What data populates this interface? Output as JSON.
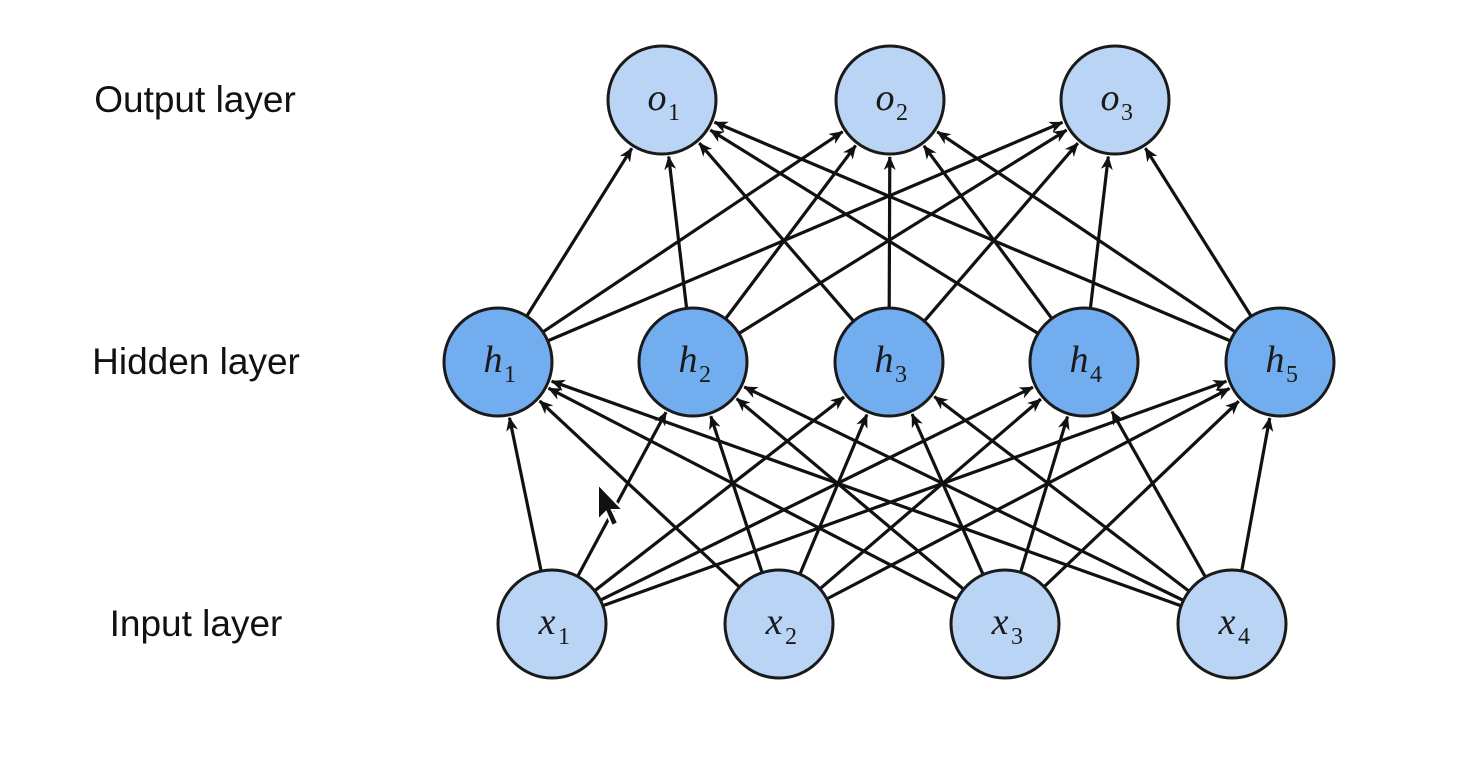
{
  "colors": {
    "light_node": "#b9d4f5",
    "hidden_node": "#72adef",
    "edge": "#111111",
    "outline": "#1a1a1a",
    "background": "#ffffff"
  },
  "layers": [
    {
      "id": "output",
      "label": "Output layer",
      "fill": "light_node",
      "nodes": [
        {
          "var": "o",
          "sub": "1"
        },
        {
          "var": "o",
          "sub": "2"
        },
        {
          "var": "o",
          "sub": "3"
        }
      ]
    },
    {
      "id": "hidden",
      "label": "Hidden layer",
      "fill": "hidden_node",
      "nodes": [
        {
          "var": "h",
          "sub": "1"
        },
        {
          "var": "h",
          "sub": "2"
        },
        {
          "var": "h",
          "sub": "3"
        },
        {
          "var": "h",
          "sub": "4"
        },
        {
          "var": "h",
          "sub": "5"
        }
      ]
    },
    {
      "id": "input",
      "label": "Input layer",
      "fill": "light_node",
      "nodes": [
        {
          "var": "x",
          "sub": "1"
        },
        {
          "var": "x",
          "sub": "2"
        },
        {
          "var": "x",
          "sub": "3"
        },
        {
          "var": "x",
          "sub": "4"
        }
      ]
    }
  ],
  "connections": [
    {
      "from": "input",
      "to": "hidden",
      "type": "fully-connected"
    },
    {
      "from": "hidden",
      "to": "output",
      "type": "fully-connected"
    }
  ],
  "cursor_icon": "mouse-pointer-icon"
}
